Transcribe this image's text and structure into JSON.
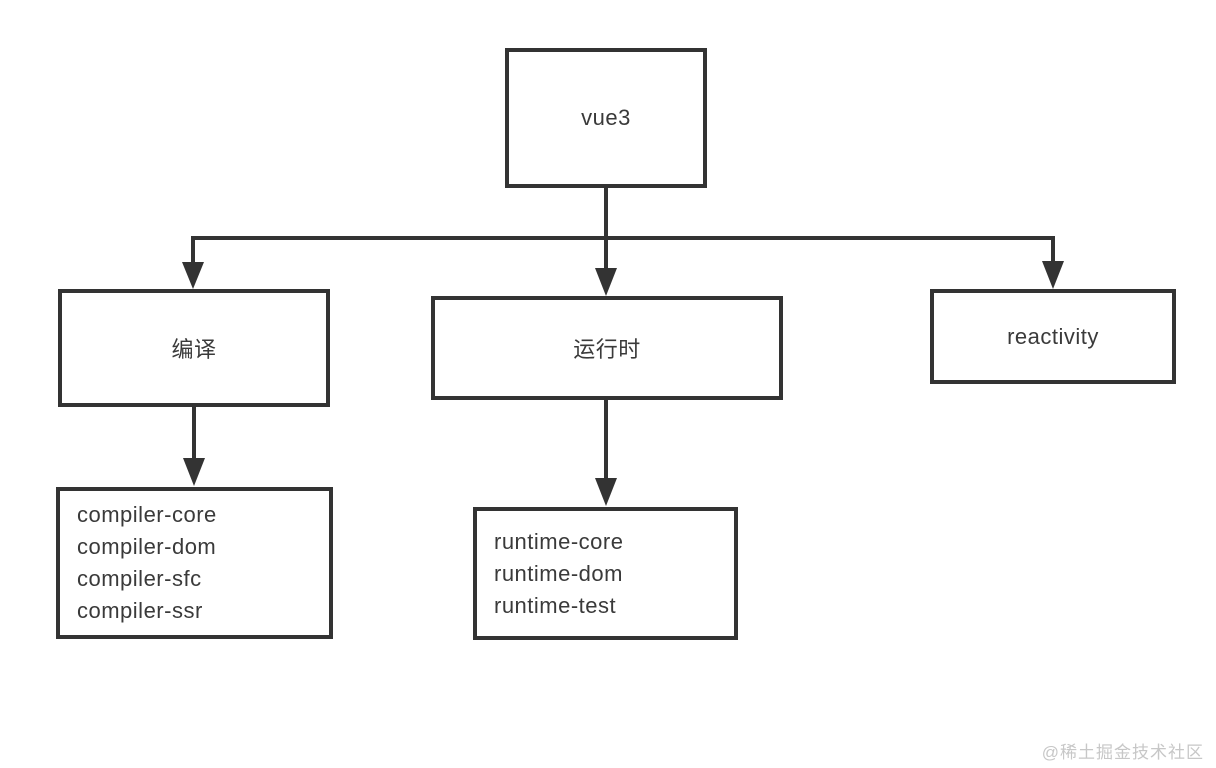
{
  "diagram": {
    "root_label": "vue3",
    "branches": {
      "compile_label": "编译",
      "runtime_label": "运行时",
      "reactivity_label": "reactivity"
    },
    "compile_packages": [
      "compiler-core",
      "compiler-dom",
      "compiler-sfc",
      "compiler-ssr"
    ],
    "runtime_packages": [
      "runtime-core",
      "runtime-dom",
      "runtime-test"
    ]
  },
  "watermark": "@稀土掘金技术社区",
  "colors": {
    "line": "#333333",
    "text": "#3a3a3a",
    "watermark": "#c7c7c7",
    "background": "#ffffff"
  }
}
